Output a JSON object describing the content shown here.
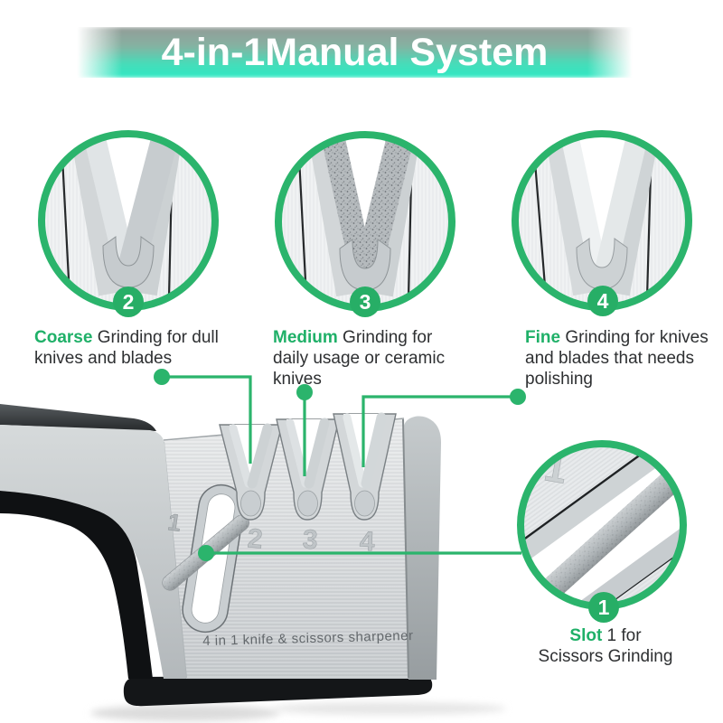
{
  "banner": {
    "title": "4-in-1Manual System"
  },
  "colors": {
    "accent_green": "#2bb46c",
    "text_green": "#1fb068",
    "text_dark": "#2e3032",
    "banner_top_gray": "#949c98",
    "banner_bottom_teal": "#2fe9c4"
  },
  "callouts": {
    "coarse": {
      "badge": "2",
      "hl": "Coarse",
      "l1": " Grinding for dull",
      "l2": "knives and blades"
    },
    "medium": {
      "badge": "3",
      "hl": "Medium",
      "l1": " Grinding for",
      "l2": "daily usage or ceramic",
      "l3": "knives"
    },
    "fine": {
      "badge": "4",
      "hl": "Fine",
      "l1": " Grinding for knives",
      "l2": "and blades that needs",
      "l3": "polishing"
    },
    "slot1": {
      "badge": "1",
      "hl": "Slot",
      "l1": " 1 for",
      "l2": "Scissors Grinding"
    }
  },
  "product": {
    "engraving": "4 in 1 knife & scissors sharpener",
    "slot_numbers": [
      "1",
      "2",
      "3",
      "4"
    ]
  }
}
